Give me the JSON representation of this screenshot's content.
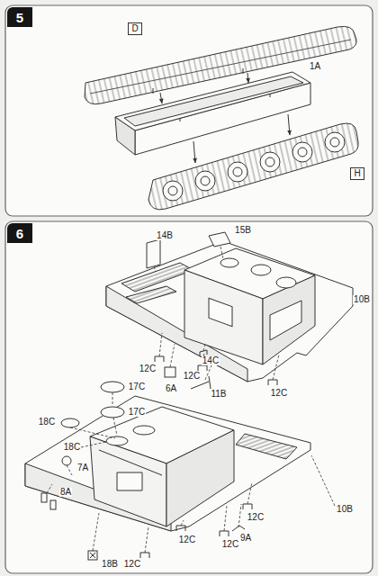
{
  "diagram": {
    "nodes": [
      {
        "text": [
          "5"
        ]
      },
      {
        "text": [
          "D"
        ]
      },
      {
        "text": [
          "H"
        ]
      },
      {
        "text": [
          "6"
        ]
      }
    ],
    "labels": [
      "1A",
      "14B",
      "15B",
      "10B",
      "12C",
      "14C",
      "12C",
      "6A",
      "11B",
      "12C",
      "18C",
      "17C",
      "18C",
      "17C",
      "7A",
      "8A",
      "10B",
      "12C",
      "9A",
      "12C",
      "12C",
      "12C",
      "18B"
    ]
  }
}
